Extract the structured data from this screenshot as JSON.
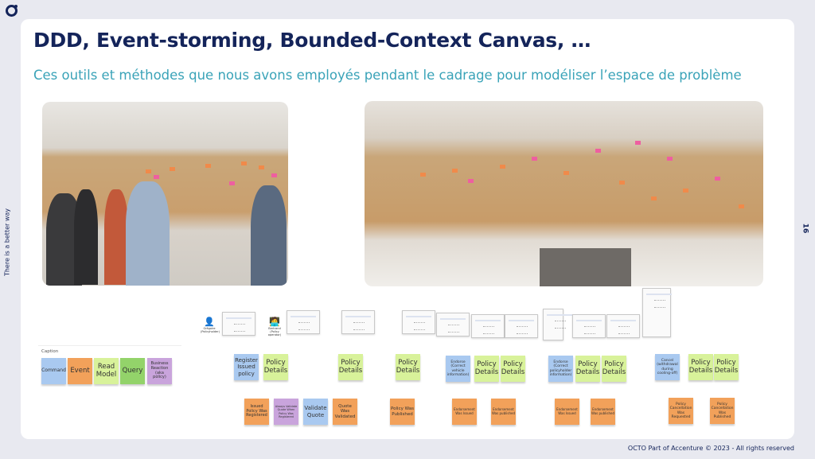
{
  "header": {
    "title": "DDD, Event-storming, Bounded-Context Canvas, …",
    "subtitle": "Ces outils et méthodes que nous avons employés pendant le cadrage pour modéliser l’espace de problème"
  },
  "sidebar": {
    "tagline": "There is a better way",
    "page_number": "16"
  },
  "footer": {
    "copyright": "OCTO Part of Accenture © 2023 - All rights reserved"
  },
  "caption": {
    "label": "Caption",
    "items": [
      "Command",
      "Event",
      "Read Model",
      "Query",
      "Business Reaction (aka policy)"
    ]
  },
  "diagram": {
    "actors": [
      "Grégoire (Policyholder)",
      "Bertrand (Policy operator)"
    ],
    "top_row": [
      "Register Issued policy",
      "Policy Details",
      "Policy Details",
      "Policy Details",
      "Endorse (Correct vehicle information)",
      "Policy Details",
      "Policy Details",
      "Endorse (Correct policyholder information)",
      "Policy Details",
      "Policy Details",
      "Cancel (withdrawal during cooling-off)",
      "Policy Details",
      "Policy Details"
    ],
    "bottom_row": [
      "Issued Policy Was Registered",
      "Always Validate Quote When Policy Was Registered",
      "Validate Quote",
      "Quote Was Validated",
      "Policy Was Published",
      "Endorsement Was Issued",
      "Endorsement Was published",
      "Endorsement Was Issued",
      "Endorsement Was published",
      "Policy Cancellation Was Requested",
      "Policy Cancellation Was Published"
    ]
  },
  "colors": {
    "navy": "#14245a",
    "teal": "#3aa3b8",
    "command": "#a9c9f0",
    "event": "#f2a15a",
    "read_model": "#d8f29a",
    "query": "#93d36a",
    "policy": "#c9a4dc"
  }
}
